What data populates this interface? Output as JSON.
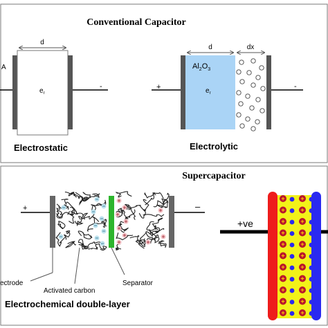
{
  "top_panel": {
    "title": "Conventional Capacitor",
    "electrostatic": {
      "caption": "Electrostatic",
      "dim_d": "d",
      "area_label": "A",
      "permittivity_label": "e",
      "permittivity_sub": "r",
      "minus": "-"
    },
    "electrolytic": {
      "caption": "Electrolytic",
      "dim_d": "d",
      "dim_dx": "dx",
      "oxide_main": "Al",
      "oxide_sub1": "2",
      "oxide_mid": "O",
      "oxide_sub2": "3",
      "permittivity_label": "e",
      "permittivity_sub": "r",
      "plus": "+",
      "minus": "-",
      "dielectric_color": "#aad4f6"
    }
  },
  "bottom_panel": {
    "title": "Supercapacitor",
    "edlc": {
      "caption": "Electrochemical double-layer",
      "electrode_label": "ectrode",
      "activated_carbon_label": "Activated carbon",
      "separator_label": "Separator",
      "plus": "+",
      "minus": "–",
      "separator_color": "#2db52d",
      "negative_ion_color": "#bfe3ef",
      "positive_ion_color": "#f4c4c8"
    },
    "pseudo": {
      "terminal_label": "+ve",
      "left_plate_color": "#ee1c1c",
      "right_plate_color": "#2a2af0",
      "fill_color": "#f2f219",
      "ion_color": "#b9142d",
      "ion_sign": "+"
    }
  }
}
